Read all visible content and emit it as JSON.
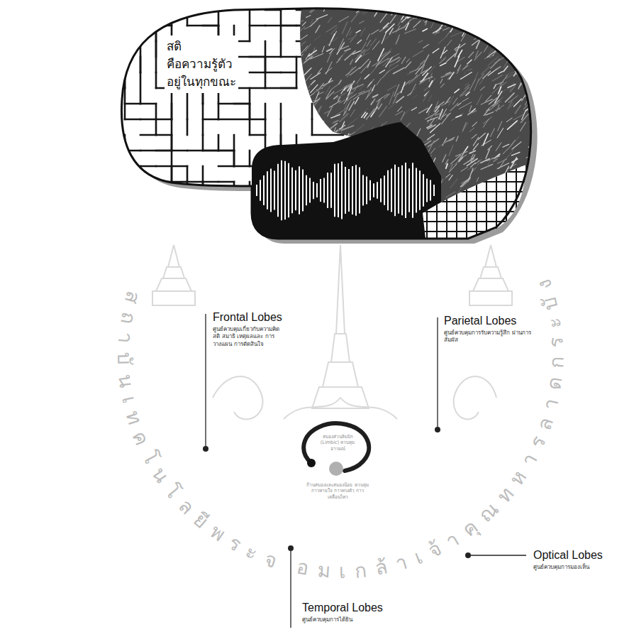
{
  "diagram": {
    "labels": [
      "สติ คือความรู้ตัว อยู่ในทุกขณะ",
      "Frontal Lobes",
      "ศูนย์ควบคุมเกี่ยวกับความคิด สติ สมาธิ เหตุผลและ การวางแผน การตัดสินใจ",
      "Parietal Lobes",
      "ศูนย์ควบคุมการรับความรู้สึก ผ่านการสัมผัส",
      "สมองส่วนลิมบิก (Limbic) ควบคุมอารมณ์",
      "ก้านสมองและสมองน้อย ควบคุมการหายใจ การทรงตัว การเคลื่อนไหว",
      "Optical Lobes",
      "ศูนย์ควบคุมการมองเห็น",
      "Temporal Lobes",
      "ศูนย์ควบคุมการได้ยิน",
      "สถาบันเทคโนโลยีพระจอมเกล้าเจ้าคุณทหารลาดกระบัง"
    ]
  }
}
